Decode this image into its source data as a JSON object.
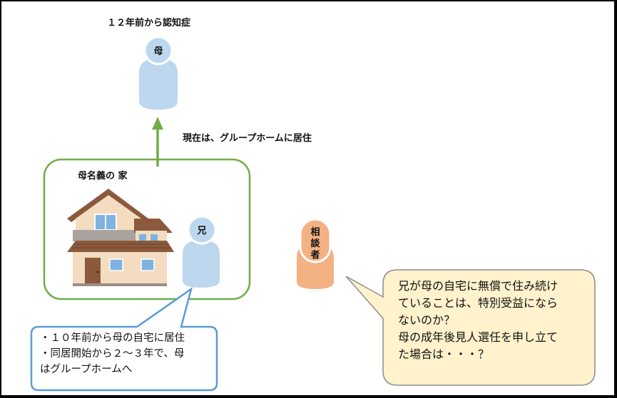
{
  "mother": {
    "note": "１２年前から認知症",
    "name": "母",
    "move_note": "現在は、グループホームに居住"
  },
  "house": {
    "label": "母名義の 家"
  },
  "brother": {
    "name": "兄",
    "bubble_lines": [
      "・１０年前から母の自宅に居住",
      "・同居開始から２～３年で、母",
      "はグループホームへ"
    ]
  },
  "consultant": {
    "name_chars": [
      "相",
      "談",
      "者"
    ],
    "bubble_lines": [
      "兄が母の自宅に無償で住み続け",
      "ていることは、特別受益になら",
      "ないのか？",
      "母の成年後見人選任を申し立て",
      "た場合は・・・？"
    ]
  },
  "colors": {
    "person_blue": "#bdd7ee",
    "person_orange": "#f4b183",
    "arrow_green": "#70ad47",
    "house_box_green": "#70ad47",
    "bubble_blue_border": "#5b9bd5",
    "bubble_yellow_fill": "#fff2cc",
    "bubble_gray_border": "#8c8c8c"
  }
}
